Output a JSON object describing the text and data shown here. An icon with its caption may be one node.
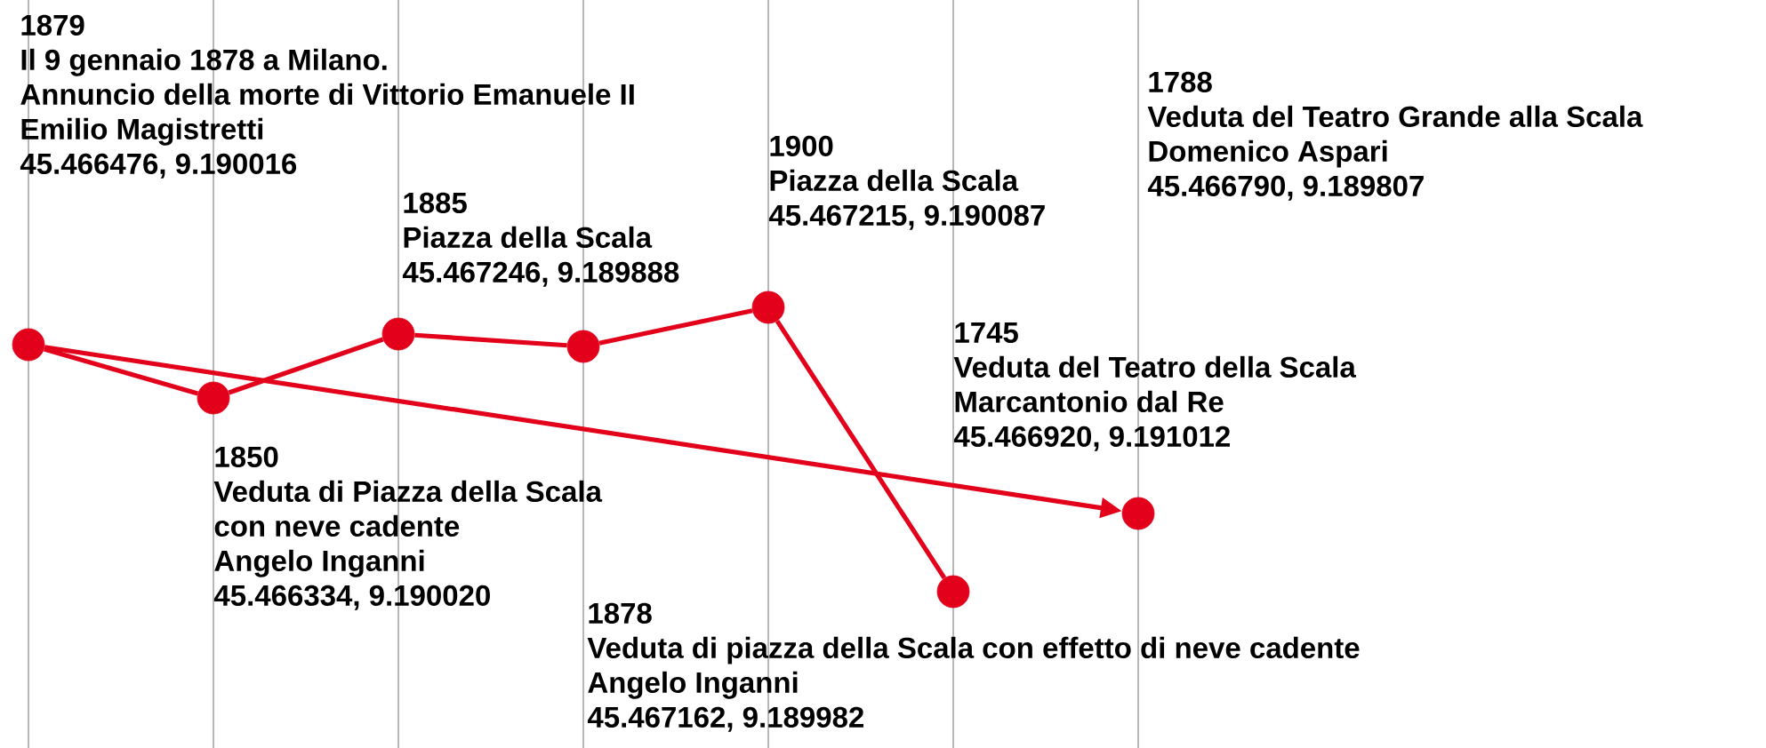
{
  "diagram": {
    "nodes": [
      {
        "text": [],
        "shape": "circle",
        "beside": [
          "1879",
          "Il 9 gennaio 1878 a Milano.",
          "Annuncio della morte di Vittorio Emanuele II",
          "Emilio Magistretti",
          "45.466476, 9.190016"
        ]
      },
      {
        "text": [],
        "shape": "circle",
        "beside": [
          "1850",
          "Veduta di Piazza della Scala",
          "con neve cadente",
          "Angelo Inganni",
          "45.466334, 9.190020"
        ]
      },
      {
        "text": [],
        "shape": "circle",
        "beside": [
          "1885",
          "Piazza della Scala",
          "45.467246, 9.189888"
        ]
      },
      {
        "text": [],
        "shape": "circle",
        "beside": [
          "1878",
          "Veduta di piazza della Scala con effetto di neve cadente",
          "Angelo Inganni",
          "45.467162, 9.189982"
        ]
      },
      {
        "text": [],
        "shape": "circle",
        "beside": [
          "1900",
          "Piazza della Scala",
          "45.467215, 9.190087"
        ]
      },
      {
        "text": [],
        "shape": "circle",
        "beside": [
          "1745",
          "Veduta del Teatro della Scala",
          "Marcantonio dal Re",
          "45.466920, 9.191012"
        ]
      },
      {
        "text": [],
        "shape": "circle",
        "beside": [
          "1788",
          "Veduta del Teatro Grande alla Scala",
          "Domenico Aspari",
          "45.466790, 9.189807"
        ]
      }
    ],
    "edges": [
      {
        "from": 0,
        "to": 1,
        "arrow": "none"
      },
      {
        "from": 1,
        "to": 2,
        "arrow": "none"
      },
      {
        "from": 2,
        "to": 3,
        "arrow": "none"
      },
      {
        "from": 3,
        "to": 4,
        "arrow": "none"
      },
      {
        "from": 4,
        "to": 5,
        "arrow": "none"
      },
      {
        "from": 0,
        "to": 6,
        "arrow": "to"
      }
    ]
  }
}
